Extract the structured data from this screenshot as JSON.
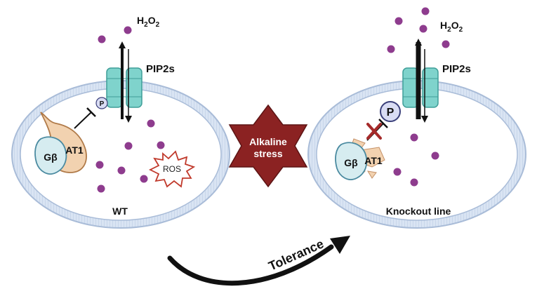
{
  "figure": {
    "wt_cell": {
      "label": "WT",
      "channel_label": "PIP2s",
      "h2o2": {
        "base": "H",
        "sub1": "2",
        "mid": "O",
        "sub2": "2"
      },
      "phospho_label": "P",
      "g_beta_label": "Gβ",
      "at1_label": "AT1",
      "ros_label": "ROS"
    },
    "stress_star": {
      "line1": "Alkaline",
      "line2": "stress"
    },
    "knockout_cell": {
      "label": "Knockout line",
      "channel_label": "PIP2s",
      "h2o2": {
        "base": "H",
        "sub1": "2",
        "mid": "O",
        "sub2": "2"
      },
      "phospho_label": "P",
      "g_beta_label": "Gβ",
      "at1_label": "AT1"
    },
    "tolerance_label": "Tolerance"
  },
  "colors": {
    "membrane_fill": "#d9e4f3",
    "membrane_stroke": "#a9bcd8",
    "cytoplasm": "#ffffff",
    "channel": "#7fd3cc",
    "channel_stroke": "#3f9e98",
    "h2o2_dot": "#8e3c8e",
    "at1_fill": "#f2d2b0",
    "at1_stroke": "#b07a48",
    "g_beta_fill": "#d6ecf0",
    "g_beta_stroke": "#4a8aa0",
    "phospho_fill": "#d9dcf4",
    "phospho_stroke": "#3a3f7a",
    "stress_star": "#8b2222",
    "ros_stroke": "#c0392b",
    "block_cross": "#a52a2a",
    "arrow": "#111111"
  }
}
